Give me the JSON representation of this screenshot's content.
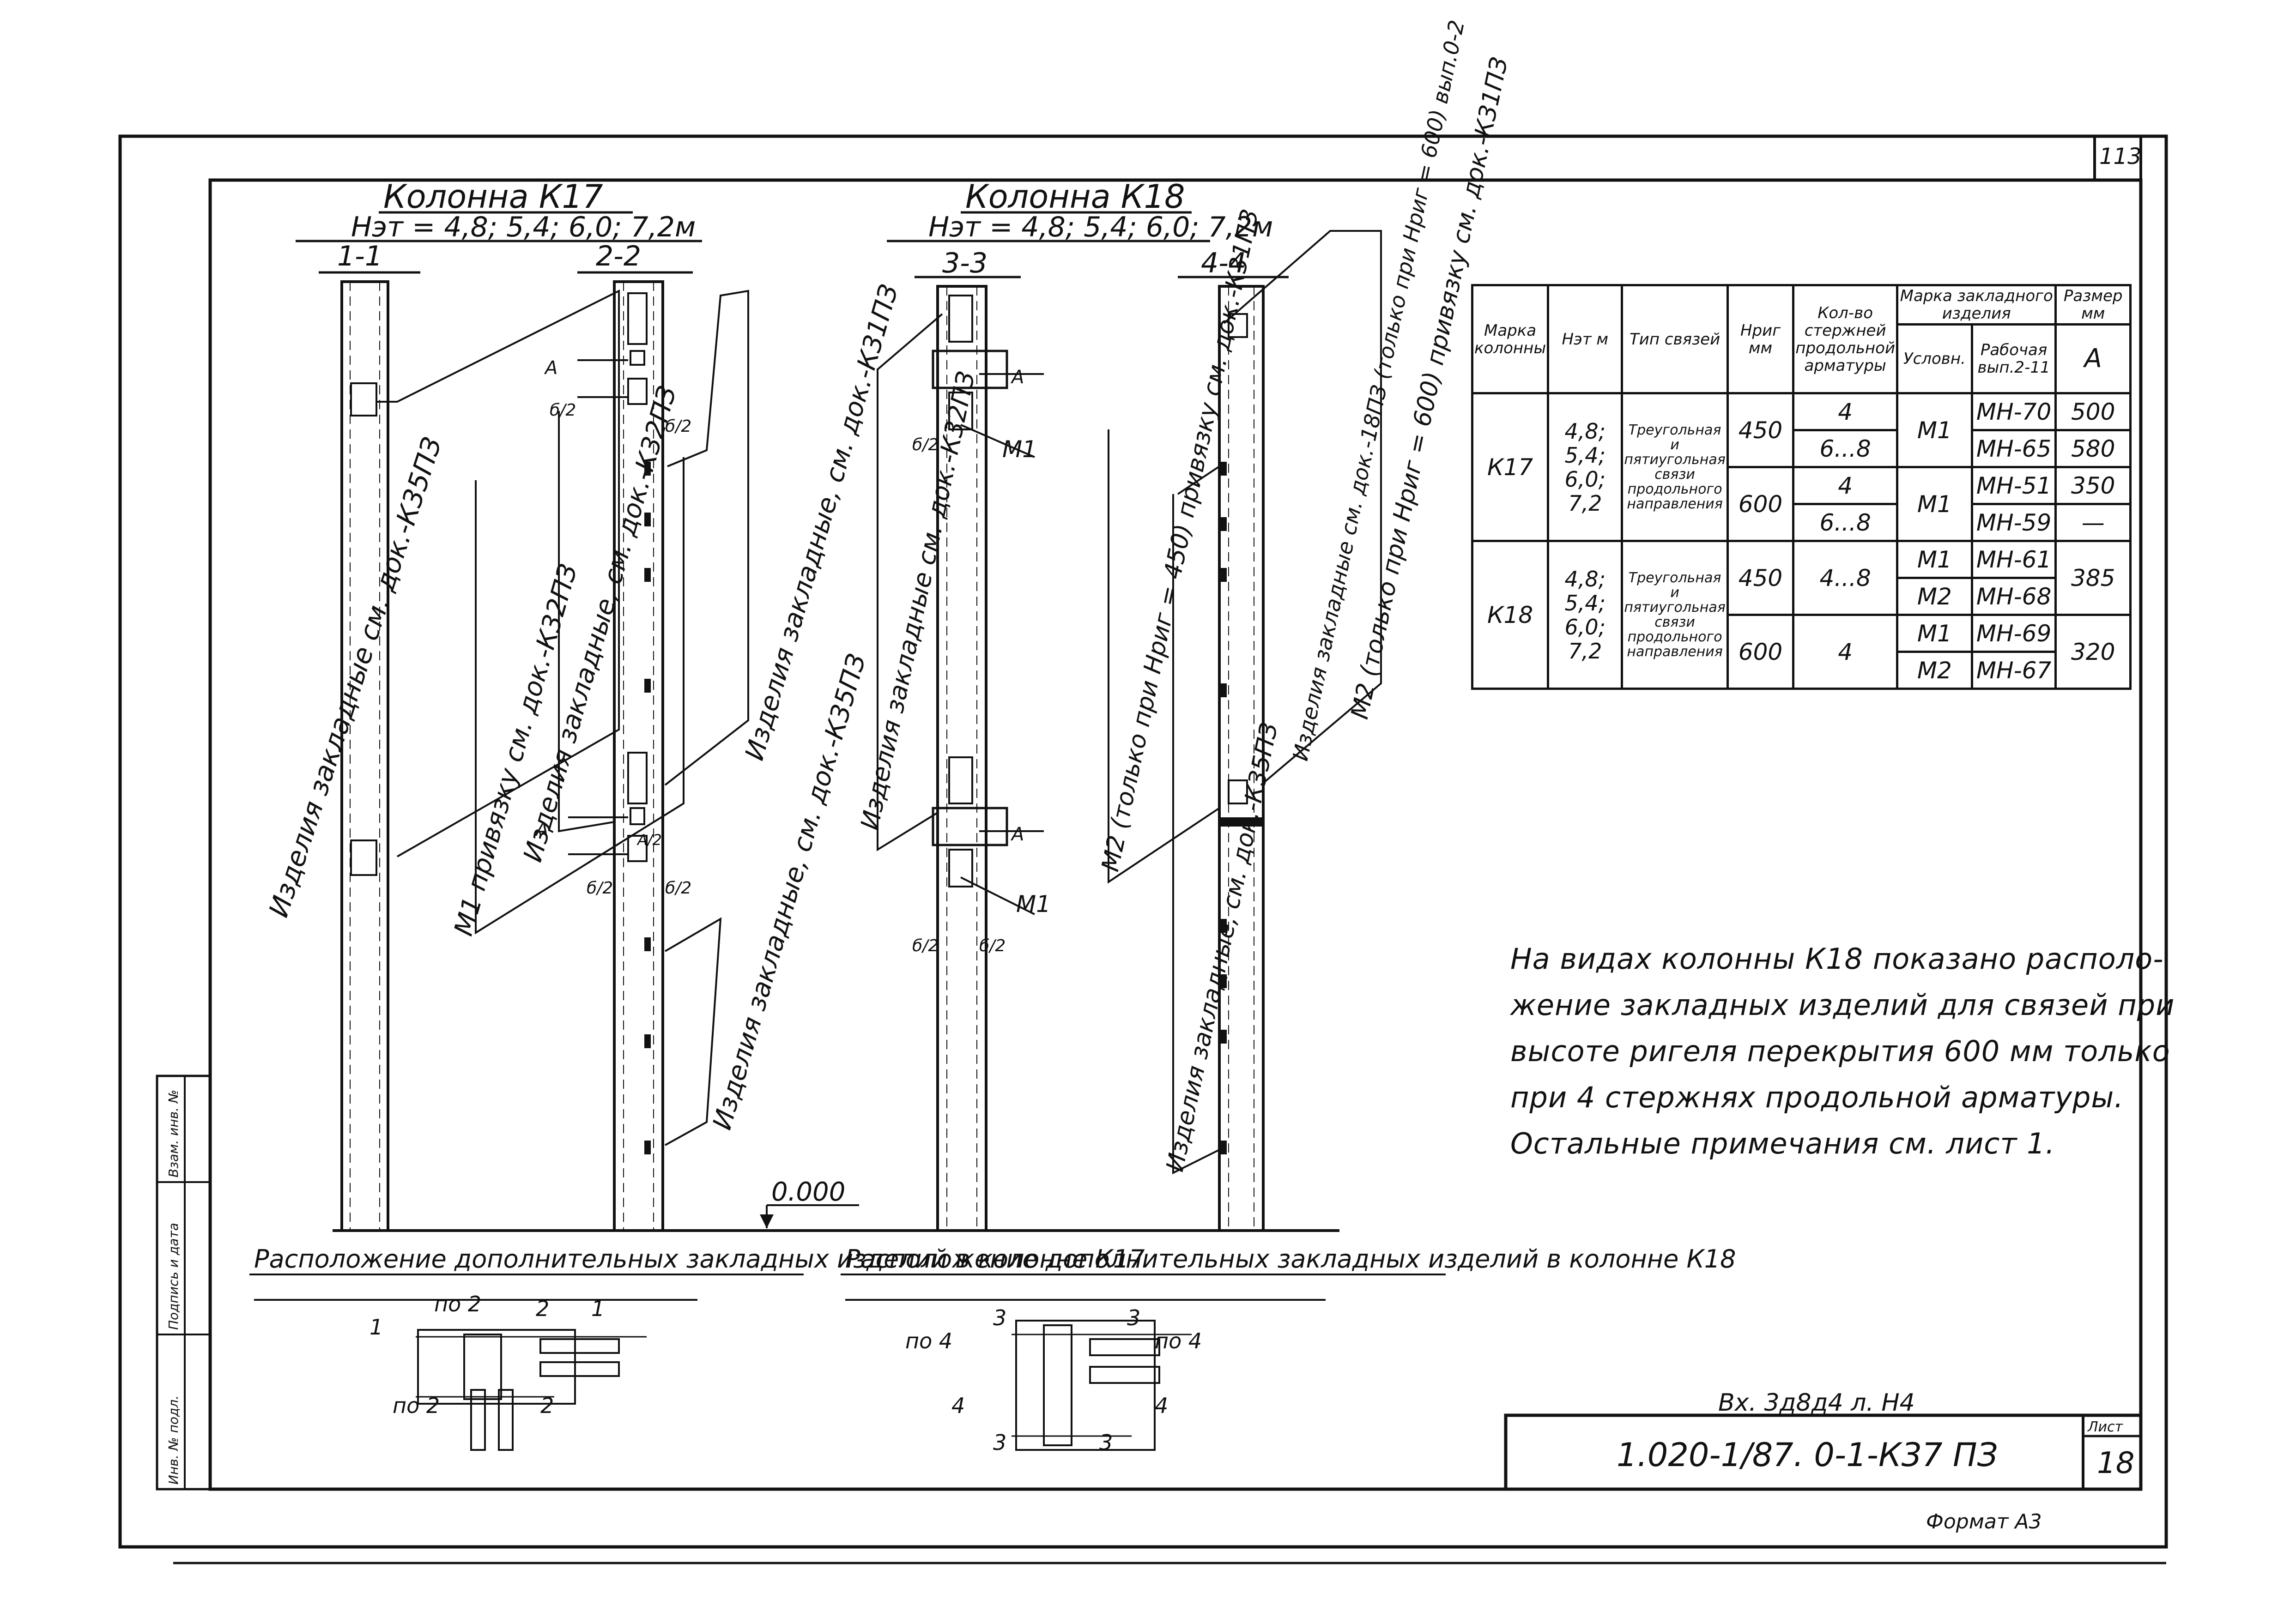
{
  "sheet": {
    "page_corner_number": "113",
    "sheet_label": "Лист",
    "sheet_number": "18",
    "document_code": "1.020-1/87. 0-1-К37 ПЗ",
    "handwritten_note": "Вх. 3д8д4 л. Н4",
    "format": "Формат А3",
    "side_stamp": [
      "Инв. № подл.",
      "Подпись и дата",
      "Взам. инв. №"
    ]
  },
  "column_k17": {
    "title": "Колонна К17",
    "heights": "Нэт = 4,8; 5,4; 6,0; 7,2м",
    "section_1": "1-1",
    "section_2": "2-2",
    "callouts": [
      "Изделия закладные см. док.-К35ПЗ",
      "М1 привязку см. док.-К32ПЗ",
      "Изделия закладные, см. док.-К32ПЗ",
      "Изделия закладные, см. док.-К31ПЗ",
      "Изделия закладные, см. док.-К35ПЗ"
    ],
    "dim_a": "А",
    "dim_a2": "А/2",
    "dim_b2": "б/2",
    "caption": "Расположение дополнительных закладных изделий в колонне К17",
    "scheme_labels": [
      "1",
      "по 2",
      "2",
      "1",
      "по 2",
      "2"
    ]
  },
  "column_k18": {
    "title": "Колонна К18",
    "heights": "Нэт = 4,8; 5,4; 6,0; 7,2м",
    "section_3": "3-3",
    "section_4": "4-4",
    "callouts": [
      "Изделия закладные см. док.-К32ПЗ",
      "М2 (только при Нриг = 450) привязку см. док.-К31ПЗ",
      "Изделия закладные, см. док.-К35ПЗ",
      "Изделия закладные см. док.-18ПЗ (только при Нриг = 600) вып.0-2",
      "М2 (только при Нриг = 600) привязку см. док.-К31ПЗ"
    ],
    "m1": "М1",
    "caption": "Расположение дополнительных закладных изделий в колонне К18",
    "scheme_labels": [
      "по 4",
      "3",
      "3",
      "по 4",
      "4",
      "4",
      "3",
      "3"
    ]
  },
  "level_mark": "0.000",
  "spec_table": {
    "headers": [
      "Марка колонны",
      "Нэт м",
      "Тип связей",
      "Нриг мм",
      "Кол-во стержней продольной арматуры",
      "Марка закладного изделия",
      "Размер мм"
    ],
    "subheaders": [
      "Условн.",
      "Рабочая вып.2-11",
      "А"
    ],
    "tie_type": "Треугольная и пятиугольная связи продольного направления",
    "rows": [
      {
        "mark": "К17",
        "heights": "4,8; 5,4; 6,0; 7,2",
        "h": "450",
        "bars": "4",
        "cond": "М1",
        "work": "МН-70",
        "a": "500"
      },
      {
        "mark": "",
        "heights": "",
        "h": "",
        "bars": "6...8",
        "cond": "",
        "work": "МН-65",
        "a": "580"
      },
      {
        "mark": "",
        "heights": "",
        "h": "600",
        "bars": "4",
        "cond": "М1",
        "work": "МН-51",
        "a": "350"
      },
      {
        "mark": "",
        "heights": "",
        "h": "",
        "bars": "6...8",
        "cond": "",
        "work": "МН-59",
        "a": "—"
      },
      {
        "mark": "К18",
        "heights": "4,8; 5,4; 6,0; 7,2",
        "h": "450",
        "bars": "4...8",
        "cond": "М1",
        "work": "МН-61",
        "a": "385"
      },
      {
        "mark": "",
        "heights": "",
        "h": "",
        "bars": "",
        "cond": "М2",
        "work": "МН-68",
        "a": ""
      },
      {
        "mark": "",
        "heights": "",
        "h": "600",
        "bars": "4",
        "cond": "М1",
        "work": "МН-69",
        "a": "320"
      },
      {
        "mark": "",
        "heights": "",
        "h": "",
        "bars": "",
        "cond": "М2",
        "work": "МН-67",
        "a": ""
      }
    ]
  },
  "notes": [
    "На видах колонны К18 показано располо-",
    "жение закладных изделий для связей при",
    "высоте ригеля перекрытия 600 мм только",
    "при 4 стержнях продольной арматуры.",
    "Остальные примечания см. лист 1."
  ]
}
